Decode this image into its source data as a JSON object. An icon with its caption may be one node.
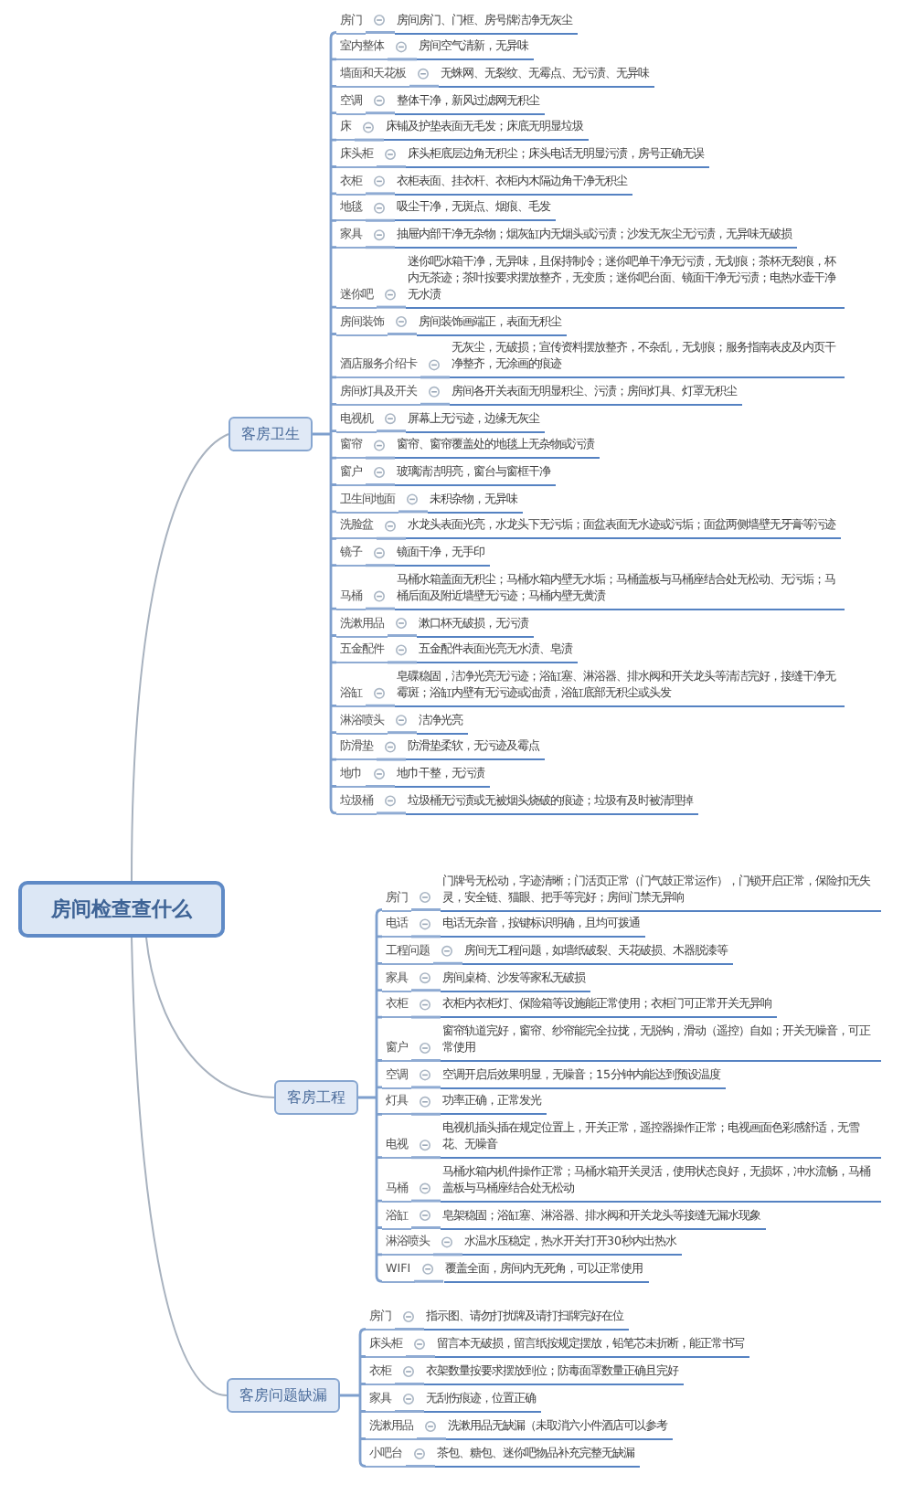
{
  "diagram": {
    "nodes": [
      {
        "text": [
          "房间检查查什么"
        ]
      },
      {
        "text": [
          "客房卫生"
        ]
      },
      {
        "text": [
          "房门"
        ]
      },
      {
        "text": [
          "房间房门、门框、房号牌洁净无灰尘"
        ]
      },
      {
        "text": [
          "室内整体"
        ]
      },
      {
        "text": [
          "房间空气清新，无异味"
        ]
      },
      {
        "text": [
          "墙面和天花板"
        ]
      },
      {
        "text": [
          "无蛛网、无裂纹、无霉点、无污渍、无异味"
        ]
      },
      {
        "text": [
          "空调"
        ]
      },
      {
        "text": [
          "整体干净，新风过滤网无积尘"
        ]
      },
      {
        "text": [
          "床"
        ]
      },
      {
        "text": [
          "床铺及护垫表面无毛发；床底无明显垃圾"
        ]
      },
      {
        "text": [
          "床头柜"
        ]
      },
      {
        "text": [
          "床头柜底层边角无积尘；床头电话无明显污渍，房号正确无误"
        ]
      },
      {
        "text": [
          "衣柜"
        ]
      },
      {
        "text": [
          "衣柜表面、挂衣杆、衣柜内木隔边角干净无积尘"
        ]
      },
      {
        "text": [
          "地毯"
        ]
      },
      {
        "text": [
          "吸尘干净，无斑点、烟痕、毛发"
        ]
      },
      {
        "text": [
          "家具"
        ]
      },
      {
        "text": [
          "抽屉内部干净无杂物；烟灰缸内无烟头或污渍；沙发无灰尘无污渍，无异味无破损"
        ]
      },
      {
        "text": [
          "迷你吧"
        ]
      },
      {
        "text": [
          "迷你吧冰箱干净，无异味，且保持制冷；迷你吧单干净无污渍，无划痕；茶杯无裂痕，杯内无茶迹；茶叶按要求摆放整齐，无变质；迷你吧台面、镜面干净无污渍；电热水壶干净无水渍"
        ]
      },
      {
        "text": [
          "房间装饰"
        ]
      },
      {
        "text": [
          "房间装饰画端正，表面无积尘"
        ]
      },
      {
        "text": [
          "酒店服务介绍卡"
        ]
      },
      {
        "text": [
          "无灰尘，无破损；宣传资料摆放整齐，不杂乱，无划痕；服务指南表皮及内页干净整齐，无涂画的痕迹"
        ]
      },
      {
        "text": [
          "房间灯具及开关"
        ]
      },
      {
        "text": [
          "房间各开关表面无明显积尘、污渍；房间灯具、灯罩无积尘"
        ]
      },
      {
        "text": [
          "电视机"
        ]
      },
      {
        "text": [
          "屏幕上无污迹，边缘无灰尘"
        ]
      },
      {
        "text": [
          "窗帘"
        ]
      },
      {
        "text": [
          "窗帘、窗帘覆盖处的地毯上无杂物或污渍"
        ]
      },
      {
        "text": [
          "窗户"
        ]
      },
      {
        "text": [
          "玻璃清洁明亮，窗台与窗框干净"
        ]
      },
      {
        "text": [
          "卫生间地面"
        ]
      },
      {
        "text": [
          "未积杂物，无异味"
        ]
      },
      {
        "text": [
          "洗脸盆"
        ]
      },
      {
        "text": [
          "水龙头表面光亮，水龙头下无污垢；面盆表面无水迹或污垢；面盆两侧墙壁无牙膏等污迹"
        ]
      },
      {
        "text": [
          "镜子"
        ]
      },
      {
        "text": [
          "镜面干净，无手印"
        ]
      },
      {
        "text": [
          "马桶"
        ]
      },
      {
        "text": [
          "马桶水箱盖面无积尘；马桶水箱内壁无水垢；马桶盖板与马桶座结合处无松动、无污垢；马桶后面及附近墙壁无污迹；马桶内壁无黄渍"
        ]
      },
      {
        "text": [
          "洗漱用品"
        ]
      },
      {
        "text": [
          "漱口杯无破损，无污渍"
        ]
      },
      {
        "text": [
          "五金配件"
        ]
      },
      {
        "text": [
          "五金配件表面光亮无水渍、皂渍"
        ]
      },
      {
        "text": [
          "浴缸"
        ]
      },
      {
        "text": [
          "皂碟稳固，洁净光亮无污迹；浴缸塞、淋浴器、排水阀和开关龙头等清洁完好，接缝干净无霉斑；浴缸内壁有无污迹或油渍，浴缸底部无积尘或头发"
        ]
      },
      {
        "text": [
          "淋浴喷头"
        ]
      },
      {
        "text": [
          "洁净光亮"
        ]
      },
      {
        "text": [
          "防滑垫"
        ]
      },
      {
        "text": [
          "防滑垫柔软，无污迹及霉点"
        ]
      },
      {
        "text": [
          "地巾"
        ]
      },
      {
        "text": [
          "地巾干整，无污渍"
        ]
      },
      {
        "text": [
          "垃圾桶"
        ]
      },
      {
        "text": [
          "垃圾桶无污渍或无被烟头烧破的痕迹；垃圾有及时被清理掉"
        ]
      },
      {
        "text": [
          "客房工程"
        ]
      },
      {
        "text": [
          "房门"
        ]
      },
      {
        "text": [
          "门牌号无松动，字迹清晰；门活页正常（门气鼓正常运作），门锁开启正常，保险扣无失灵，安全链、猫眼、把手等完好；房间门禁无异响"
        ]
      },
      {
        "text": [
          "电话"
        ]
      },
      {
        "text": [
          "电话无杂音，按键标识明确，且均可拨通"
        ]
      },
      {
        "text": [
          "工程问题"
        ]
      },
      {
        "text": [
          "房间无工程问题，如墙纸破裂、天花破损、木器脱漆等"
        ]
      },
      {
        "text": [
          "家具"
        ]
      },
      {
        "text": [
          "房间桌椅、沙发等家私无破损"
        ]
      },
      {
        "text": [
          "衣柜"
        ]
      },
      {
        "text": [
          "衣柜内衣柜灯、保险箱等设施能正常使用；衣柜门可正常开关无异响"
        ]
      },
      {
        "text": [
          "窗户"
        ]
      },
      {
        "text": [
          "窗帘轨道完好，窗帘、纱帘能完全拉拢，无脱钩，滑动（遥控）自如；开关无噪音，可正常使用"
        ]
      },
      {
        "text": [
          "空调"
        ]
      },
      {
        "text": [
          "空调开启后效果明显，无噪音；15分钟内能达到预设温度"
        ]
      },
      {
        "text": [
          "灯具"
        ]
      },
      {
        "text": [
          "功率正确，正常发光"
        ]
      },
      {
        "text": [
          "电视"
        ]
      },
      {
        "text": [
          "电视机插头插在规定位置上，开关正常，遥控器操作正常；电视画面色彩感舒适，无雪花、无噪音"
        ]
      },
      {
        "text": [
          "马桶"
        ]
      },
      {
        "text": [
          "马桶水箱内机件操作正常；马桶水箱开关灵活，使用状态良好，无损坏，冲水流畅，马桶盖板与马桶座结合处无松动"
        ]
      },
      {
        "text": [
          "浴缸"
        ]
      },
      {
        "text": [
          "皂架稳固；浴缸塞、淋浴器、排水阀和开关龙头等接缝无漏水现象"
        ]
      },
      {
        "text": [
          "淋浴喷头"
        ]
      },
      {
        "text": [
          "水温水压稳定，热水开关打开30秒内出热水"
        ]
      },
      {
        "text": [
          "WIFI"
        ]
      },
      {
        "text": [
          "覆盖全面，房间内无死角，可以正常使用"
        ]
      },
      {
        "text": [
          "客房问题缺漏"
        ]
      },
      {
        "text": [
          "房门"
        ]
      },
      {
        "text": [
          "指示图、请勿打扰牌及请打扫牌完好在位"
        ]
      },
      {
        "text": [
          "床头柜"
        ]
      },
      {
        "text": [
          "留言本无破损，留言纸按规定摆放，铅笔芯未折断，能正常书写"
        ]
      },
      {
        "text": [
          "衣柜"
        ]
      },
      {
        "text": [
          "衣架数量按要求摆放到位；防毒面罩数量正确且完好"
        ]
      },
      {
        "text": [
          "家具"
        ]
      },
      {
        "text": [
          "无刮伤痕迹，位置正确"
        ]
      },
      {
        "text": [
          "洗漱用品"
        ]
      },
      {
        "text": [
          "洗漱用品无缺漏（未取消六小件酒店可以参考"
        ]
      },
      {
        "text": [
          "小吧台"
        ]
      },
      {
        "text": [
          "茶包、糖包、迷你吧物品补充完整无缺漏"
        ]
      }
    ],
    "edges": [
      {
        "from": 0,
        "to": 1,
        "arrow": "none"
      },
      {
        "from": 0,
        "to": 56,
        "arrow": "none"
      },
      {
        "from": 0,
        "to": 83,
        "arrow": "none"
      },
      {
        "from": 1,
        "to": 2,
        "arrow": "none"
      },
      {
        "from": 2,
        "to": 3,
        "arrow": "none"
      },
      {
        "from": 1,
        "to": 4,
        "arrow": "none"
      },
      {
        "from": 4,
        "to": 5,
        "arrow": "none"
      },
      {
        "from": 1,
        "to": 6,
        "arrow": "none"
      },
      {
        "from": 6,
        "to": 7,
        "arrow": "none"
      },
      {
        "from": 1,
        "to": 8,
        "arrow": "none"
      },
      {
        "from": 8,
        "to": 9,
        "arrow": "none"
      },
      {
        "from": 1,
        "to": 10,
        "arrow": "none"
      },
      {
        "from": 10,
        "to": 11,
        "arrow": "none"
      },
      {
        "from": 1,
        "to": 12,
        "arrow": "none"
      },
      {
        "from": 12,
        "to": 13,
        "arrow": "none"
      },
      {
        "from": 1,
        "to": 14,
        "arrow": "none"
      },
      {
        "from": 14,
        "to": 15,
        "arrow": "none"
      },
      {
        "from": 1,
        "to": 16,
        "arrow": "none"
      },
      {
        "from": 16,
        "to": 17,
        "arrow": "none"
      },
      {
        "from": 1,
        "to": 18,
        "arrow": "none"
      },
      {
        "from": 18,
        "to": 19,
        "arrow": "none"
      },
      {
        "from": 1,
        "to": 20,
        "arrow": "none"
      },
      {
        "from": 20,
        "to": 21,
        "arrow": "none"
      },
      {
        "from": 1,
        "to": 22,
        "arrow": "none"
      },
      {
        "from": 22,
        "to": 23,
        "arrow": "none"
      },
      {
        "from": 1,
        "to": 24,
        "arrow": "none"
      },
      {
        "from": 24,
        "to": 25,
        "arrow": "none"
      },
      {
        "from": 1,
        "to": 26,
        "arrow": "none"
      },
      {
        "from": 26,
        "to": 27,
        "arrow": "none"
      },
      {
        "from": 1,
        "to": 28,
        "arrow": "none"
      },
      {
        "from": 28,
        "to": 29,
        "arrow": "none"
      },
      {
        "from": 1,
        "to": 30,
        "arrow": "none"
      },
      {
        "from": 30,
        "to": 31,
        "arrow": "none"
      },
      {
        "from": 1,
        "to": 32,
        "arrow": "none"
      },
      {
        "from": 32,
        "to": 33,
        "arrow": "none"
      },
      {
        "from": 1,
        "to": 34,
        "arrow": "none"
      },
      {
        "from": 34,
        "to": 35,
        "arrow": "none"
      },
      {
        "from": 1,
        "to": 36,
        "arrow": "none"
      },
      {
        "from": 36,
        "to": 37,
        "arrow": "none"
      },
      {
        "from": 1,
        "to": 38,
        "arrow": "none"
      },
      {
        "from": 38,
        "to": 39,
        "arrow": "none"
      },
      {
        "from": 1,
        "to": 40,
        "arrow": "none"
      },
      {
        "from": 40,
        "to": 41,
        "arrow": "none"
      },
      {
        "from": 1,
        "to": 42,
        "arrow": "none"
      },
      {
        "from": 42,
        "to": 43,
        "arrow": "none"
      },
      {
        "from": 1,
        "to": 44,
        "arrow": "none"
      },
      {
        "from": 44,
        "to": 45,
        "arrow": "none"
      },
      {
        "from": 1,
        "to": 46,
        "arrow": "none"
      },
      {
        "from": 46,
        "to": 47,
        "arrow": "none"
      },
      {
        "from": 1,
        "to": 48,
        "arrow": "none"
      },
      {
        "from": 48,
        "to": 49,
        "arrow": "none"
      },
      {
        "from": 1,
        "to": 50,
        "arrow": "none"
      },
      {
        "from": 50,
        "to": 51,
        "arrow": "none"
      },
      {
        "from": 1,
        "to": 52,
        "arrow": "none"
      },
      {
        "from": 52,
        "to": 53,
        "arrow": "none"
      },
      {
        "from": 1,
        "to": 54,
        "arrow": "none"
      },
      {
        "from": 54,
        "to": 55,
        "arrow": "none"
      },
      {
        "from": 56,
        "to": 57,
        "arrow": "none"
      },
      {
        "from": 57,
        "to": 58,
        "arrow": "none"
      },
      {
        "from": 56,
        "to": 59,
        "arrow": "none"
      },
      {
        "from": 59,
        "to": 60,
        "arrow": "none"
      },
      {
        "from": 56,
        "to": 61,
        "arrow": "none"
      },
      {
        "from": 61,
        "to": 62,
        "arrow": "none"
      },
      {
        "from": 56,
        "to": 63,
        "arrow": "none"
      },
      {
        "from": 63,
        "to": 64,
        "arrow": "none"
      },
      {
        "from": 56,
        "to": 65,
        "arrow": "none"
      },
      {
        "from": 65,
        "to": 66,
        "arrow": "none"
      },
      {
        "from": 56,
        "to": 67,
        "arrow": "none"
      },
      {
        "from": 67,
        "to": 68,
        "arrow": "none"
      },
      {
        "from": 56,
        "to": 69,
        "arrow": "none"
      },
      {
        "from": 69,
        "to": 70,
        "arrow": "none"
      },
      {
        "from": 56,
        "to": 71,
        "arrow": "none"
      },
      {
        "from": 71,
        "to": 72,
        "arrow": "none"
      },
      {
        "from": 56,
        "to": 73,
        "arrow": "none"
      },
      {
        "from": 73,
        "to": 74,
        "arrow": "none"
      },
      {
        "from": 56,
        "to": 75,
        "arrow": "none"
      },
      {
        "from": 75,
        "to": 76,
        "arrow": "none"
      },
      {
        "from": 56,
        "to": 77,
        "arrow": "none"
      },
      {
        "from": 77,
        "to": 78,
        "arrow": "none"
      },
      {
        "from": 56,
        "to": 79,
        "arrow": "none"
      },
      {
        "from": 79,
        "to": 80,
        "arrow": "none"
      },
      {
        "from": 56,
        "to": 81,
        "arrow": "none"
      },
      {
        "from": 81,
        "to": 82,
        "arrow": "none"
      },
      {
        "from": 83,
        "to": 84,
        "arrow": "none"
      },
      {
        "from": 84,
        "to": 85,
        "arrow": "none"
      },
      {
        "from": 83,
        "to": 86,
        "arrow": "none"
      },
      {
        "from": 86,
        "to": 87,
        "arrow": "none"
      },
      {
        "from": 83,
        "to": 88,
        "arrow": "none"
      },
      {
        "from": 88,
        "to": 89,
        "arrow": "none"
      },
      {
        "from": 83,
        "to": 90,
        "arrow": "none"
      },
      {
        "from": 90,
        "to": 91,
        "arrow": "none"
      },
      {
        "from": 83,
        "to": 92,
        "arrow": "none"
      },
      {
        "from": 92,
        "to": 93,
        "arrow": "none"
      },
      {
        "from": 83,
        "to": 94,
        "arrow": "none"
      },
      {
        "from": 94,
        "to": 95,
        "arrow": "none"
      }
    ]
  }
}
